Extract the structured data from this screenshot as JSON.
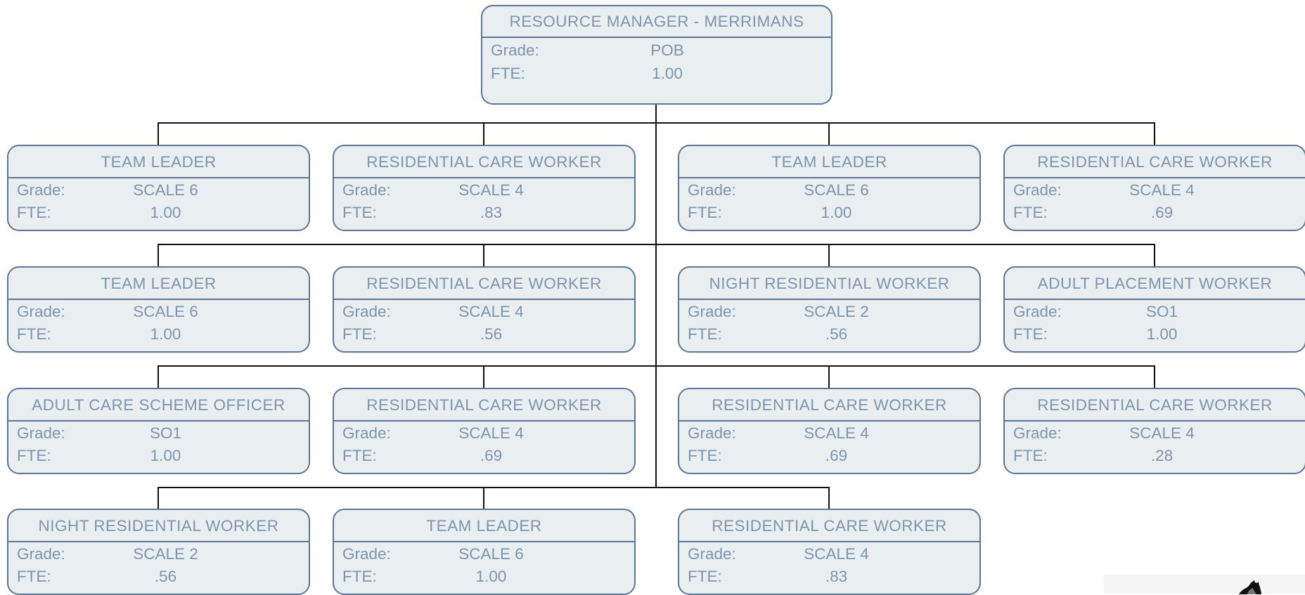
{
  "labels": {
    "grade": "Grade:",
    "fte": "FTE:"
  },
  "root": {
    "title": "RESOURCE MANAGER - MERRIMANS",
    "grade": "POB",
    "fte": "1.00"
  },
  "rows": [
    [
      {
        "title": "TEAM LEADER",
        "grade": "SCALE 6",
        "fte": "1.00"
      },
      {
        "title": "RESIDENTIAL CARE WORKER",
        "grade": "SCALE 4",
        "fte": ".83"
      },
      {
        "title": "TEAM LEADER",
        "grade": "SCALE 6",
        "fte": "1.00"
      },
      {
        "title": "RESIDENTIAL CARE WORKER",
        "grade": "SCALE 4",
        "fte": ".69"
      }
    ],
    [
      {
        "title": "TEAM LEADER",
        "grade": "SCALE 6",
        "fte": "1.00"
      },
      {
        "title": "RESIDENTIAL CARE WORKER",
        "grade": "SCALE 4",
        "fte": ".56"
      },
      {
        "title": "NIGHT RESIDENTIAL WORKER",
        "grade": "SCALE 2",
        "fte": ".56"
      },
      {
        "title": "ADULT PLACEMENT WORKER",
        "grade": "SO1",
        "fte": "1.00"
      }
    ],
    [
      {
        "title": "ADULT CARE SCHEME OFFICER",
        "grade": "SO1",
        "fte": "1.00"
      },
      {
        "title": "RESIDENTIAL CARE WORKER",
        "grade": "SCALE 4",
        "fte": ".69"
      },
      {
        "title": "RESIDENTIAL CARE WORKER",
        "grade": "SCALE 4",
        "fte": ".69"
      },
      {
        "title": "RESIDENTIAL CARE WORKER",
        "grade": "SCALE 4",
        "fte": ".28"
      }
    ],
    [
      {
        "title": "NIGHT RESIDENTIAL WORKER",
        "grade": "SCALE 2",
        "fte": ".56"
      },
      {
        "title": "TEAM LEADER",
        "grade": "SCALE 6",
        "fte": "1.00"
      },
      {
        "title": "RESIDENTIAL CARE WORKER",
        "grade": "SCALE 4",
        "fte": ".83"
      }
    ]
  ],
  "colors": {
    "box_fill": "#e9eef1",
    "box_border": "#5d7596",
    "text": "#7f95ad",
    "connector": "#111111"
  },
  "icons": {
    "corner_fragment": "cropped-logo-fragment"
  }
}
